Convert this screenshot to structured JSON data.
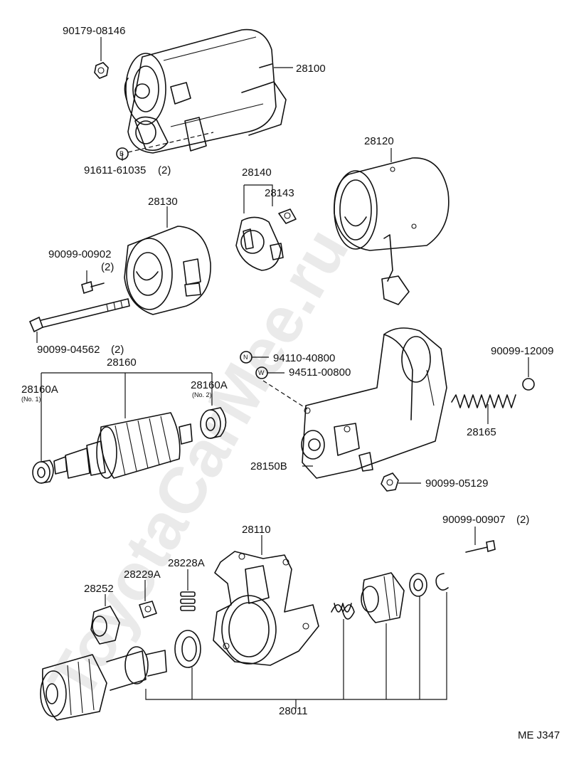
{
  "watermark": "ToyotaCarMee.ru",
  "diagram_code": "ME J347",
  "parts": {
    "p28100": "28100",
    "p90179": "90179-08146",
    "p91611": "91611-61035",
    "p91611_qty": "(2)",
    "p28120": "28120",
    "p28140": "28140",
    "p28143": "28143",
    "p28130": "28130",
    "p90099_00902": "90099-00902",
    "p90099_00902_qty": "(2)",
    "p90099_04562": "90099-04562",
    "p90099_04562_qty": "(2)",
    "p94110": "94110-40800",
    "p94511": "94511-00800",
    "p90099_12009": "90099-12009",
    "p28160": "28160",
    "p28160A_1": "28160A",
    "p28160A_1_note": "(No. 1)",
    "p28160A_2": "28160A",
    "p28160A_2_note": "(No. 2)",
    "p28165": "28165",
    "p28150B": "28150B",
    "p90099_05129": "90099-05129",
    "p28110": "28110",
    "p90099_00907": "90099-00907",
    "p90099_00907_qty": "(2)",
    "p28252": "28252",
    "p28229A": "28229A",
    "p28228A": "28228A",
    "p28011": "28011"
  },
  "callouts": {
    "B": "B",
    "N": "N",
    "W": "W"
  }
}
